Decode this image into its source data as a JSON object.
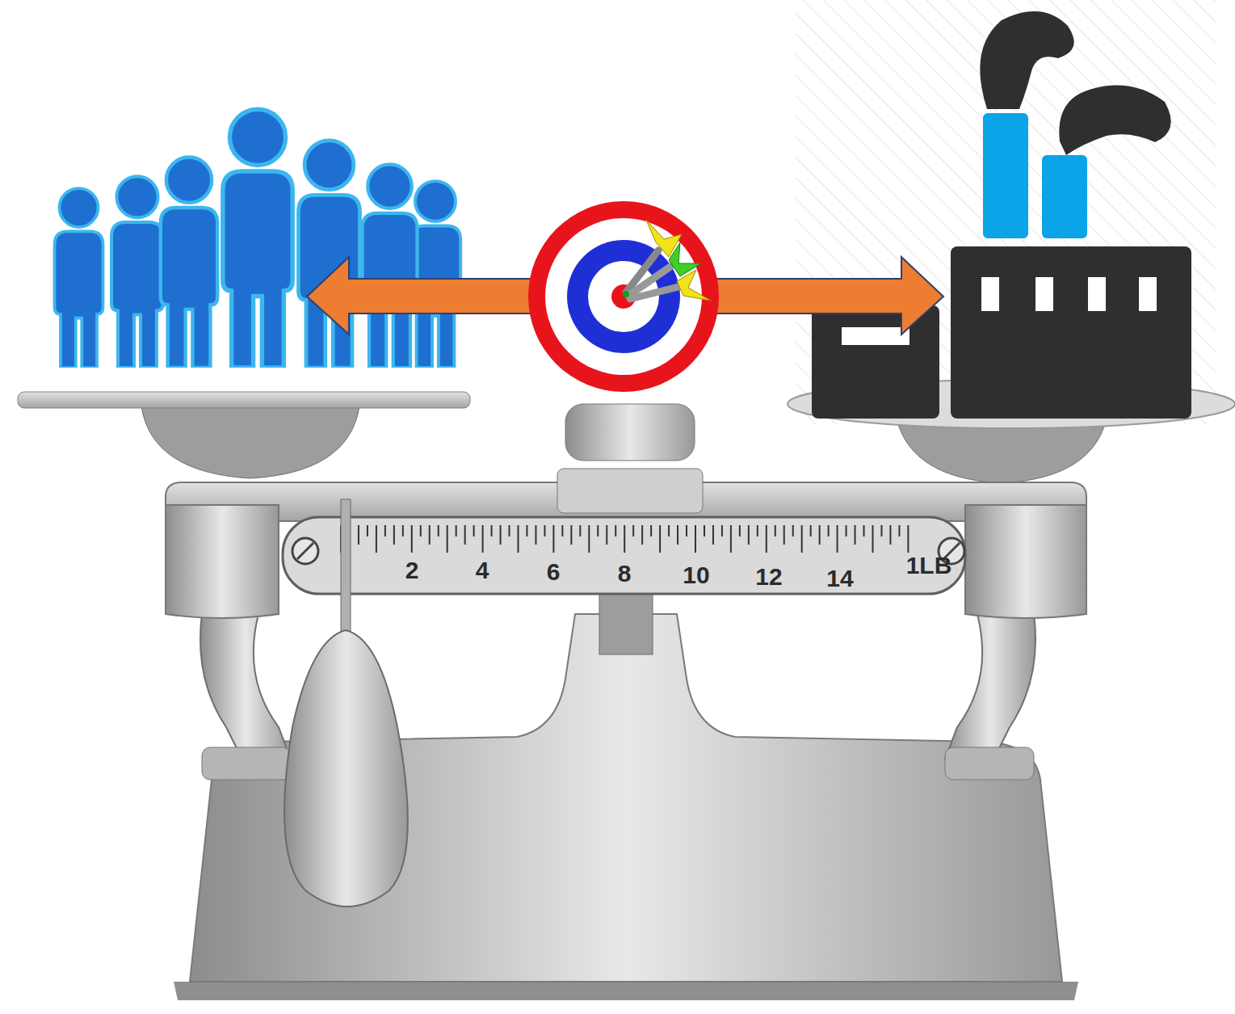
{
  "diagram": {
    "labels": [
      "2",
      "4",
      "6",
      "8",
      "10",
      "12",
      "14",
      "1LB"
    ]
  }
}
